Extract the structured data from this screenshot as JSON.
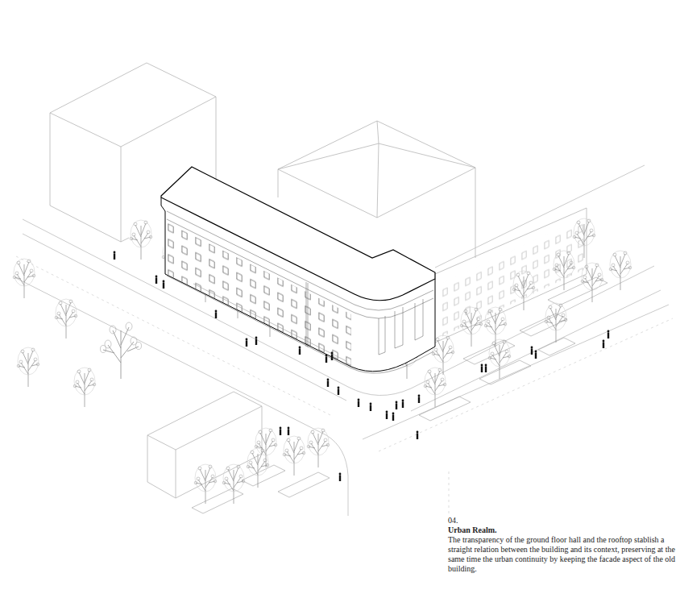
{
  "diagram": {
    "title": "Urban Realm.",
    "caption": "The transparency of the ground floor hall and the rooftop stablish a straight relation between the building and its context, preserving at the same time the urban continuity by keeping the facade aspect of the old building.",
    "labels": [
      "04."
    ]
  }
}
